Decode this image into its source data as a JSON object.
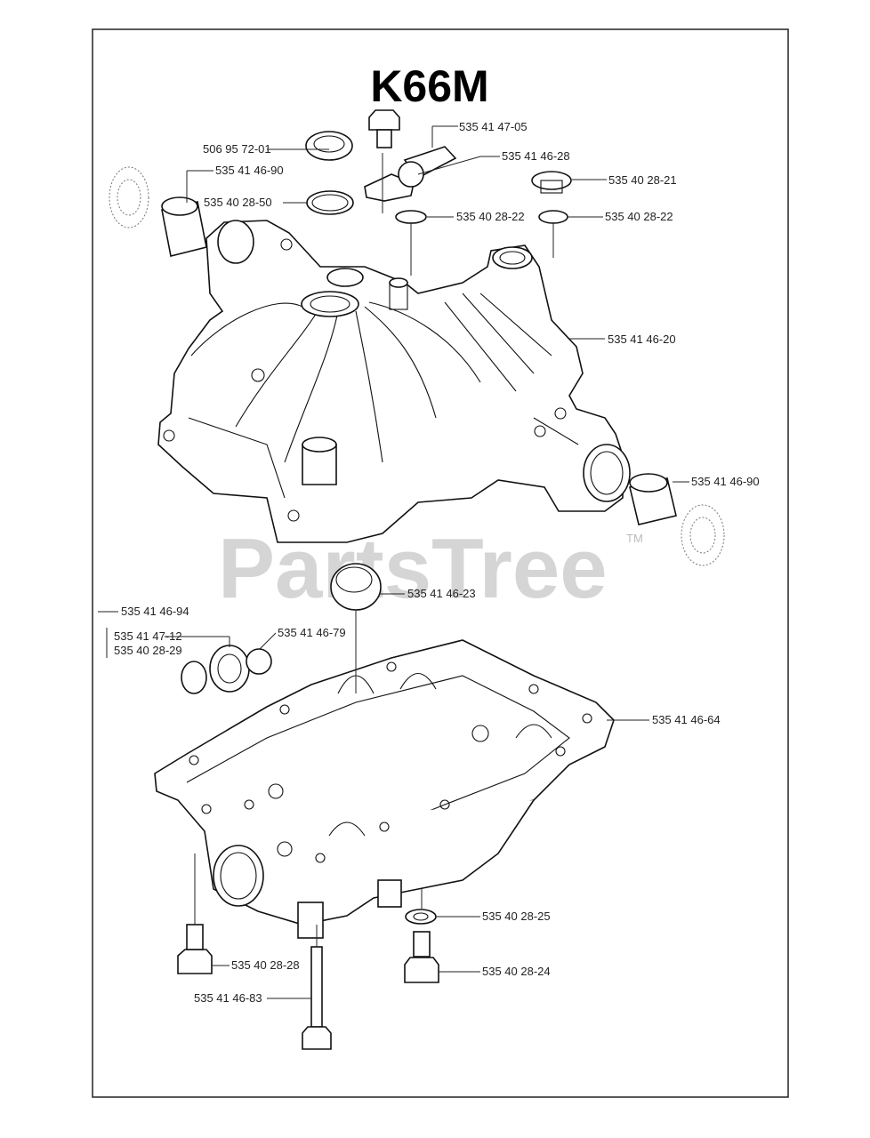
{
  "title": "K66M",
  "watermark": "PartsTree",
  "trademark": "TM",
  "labels": {
    "l_506957201": "506 95 72-01",
    "l_535414705": "535 41 47-05",
    "l_535414690_top": "535 41 46-90",
    "l_535414628": "535 41 46-28",
    "l_535402821": "535 40 28-21",
    "l_535402850": "535 40 28-50",
    "l_535402822_a": "535 40 28-22",
    "l_535402822_b": "535 40 28-22",
    "l_535414620": "535 41 46-20",
    "l_535414690_right": "535 41 46-90",
    "l_535414623": "535 41 46-23",
    "l_535414694": "535 41 46-94",
    "l_535414712": "535 41 47-12",
    "l_535402829": "535 40 28-29",
    "l_535414679": "535 41 46-79",
    "l_535414664": "535 41 46-64",
    "l_535402825": "535 40 28-25",
    "l_535402828": "535 40 28-28",
    "l_535402824": "535 40 28-24",
    "l_535414683": "535 41 46-83"
  },
  "colors": {
    "line": "#111111",
    "watermark": "#c8c8c8",
    "frame": "#222222"
  }
}
